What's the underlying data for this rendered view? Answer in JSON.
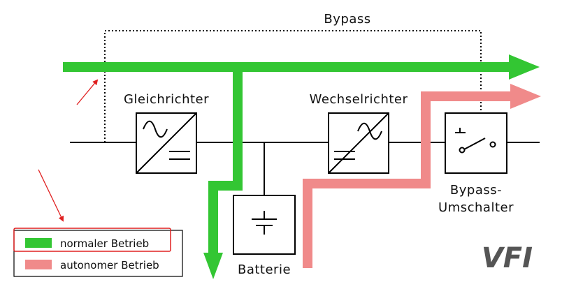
{
  "labels": {
    "bypass": "Bypass",
    "rectifier": "Gleichrichter",
    "inverter": "Wechselrichter",
    "battery": "Batterie",
    "switch_line1": "Bypass-",
    "switch_line2": "Umschalter",
    "vfi": "VFI"
  },
  "legend": {
    "normal": "normaler Betrieb",
    "autonomous": "autonomer Betrieb"
  },
  "colors": {
    "normal": "#33c633",
    "autonomous": "#f08a8a",
    "annotation": "#e02020",
    "line": "#000000"
  }
}
